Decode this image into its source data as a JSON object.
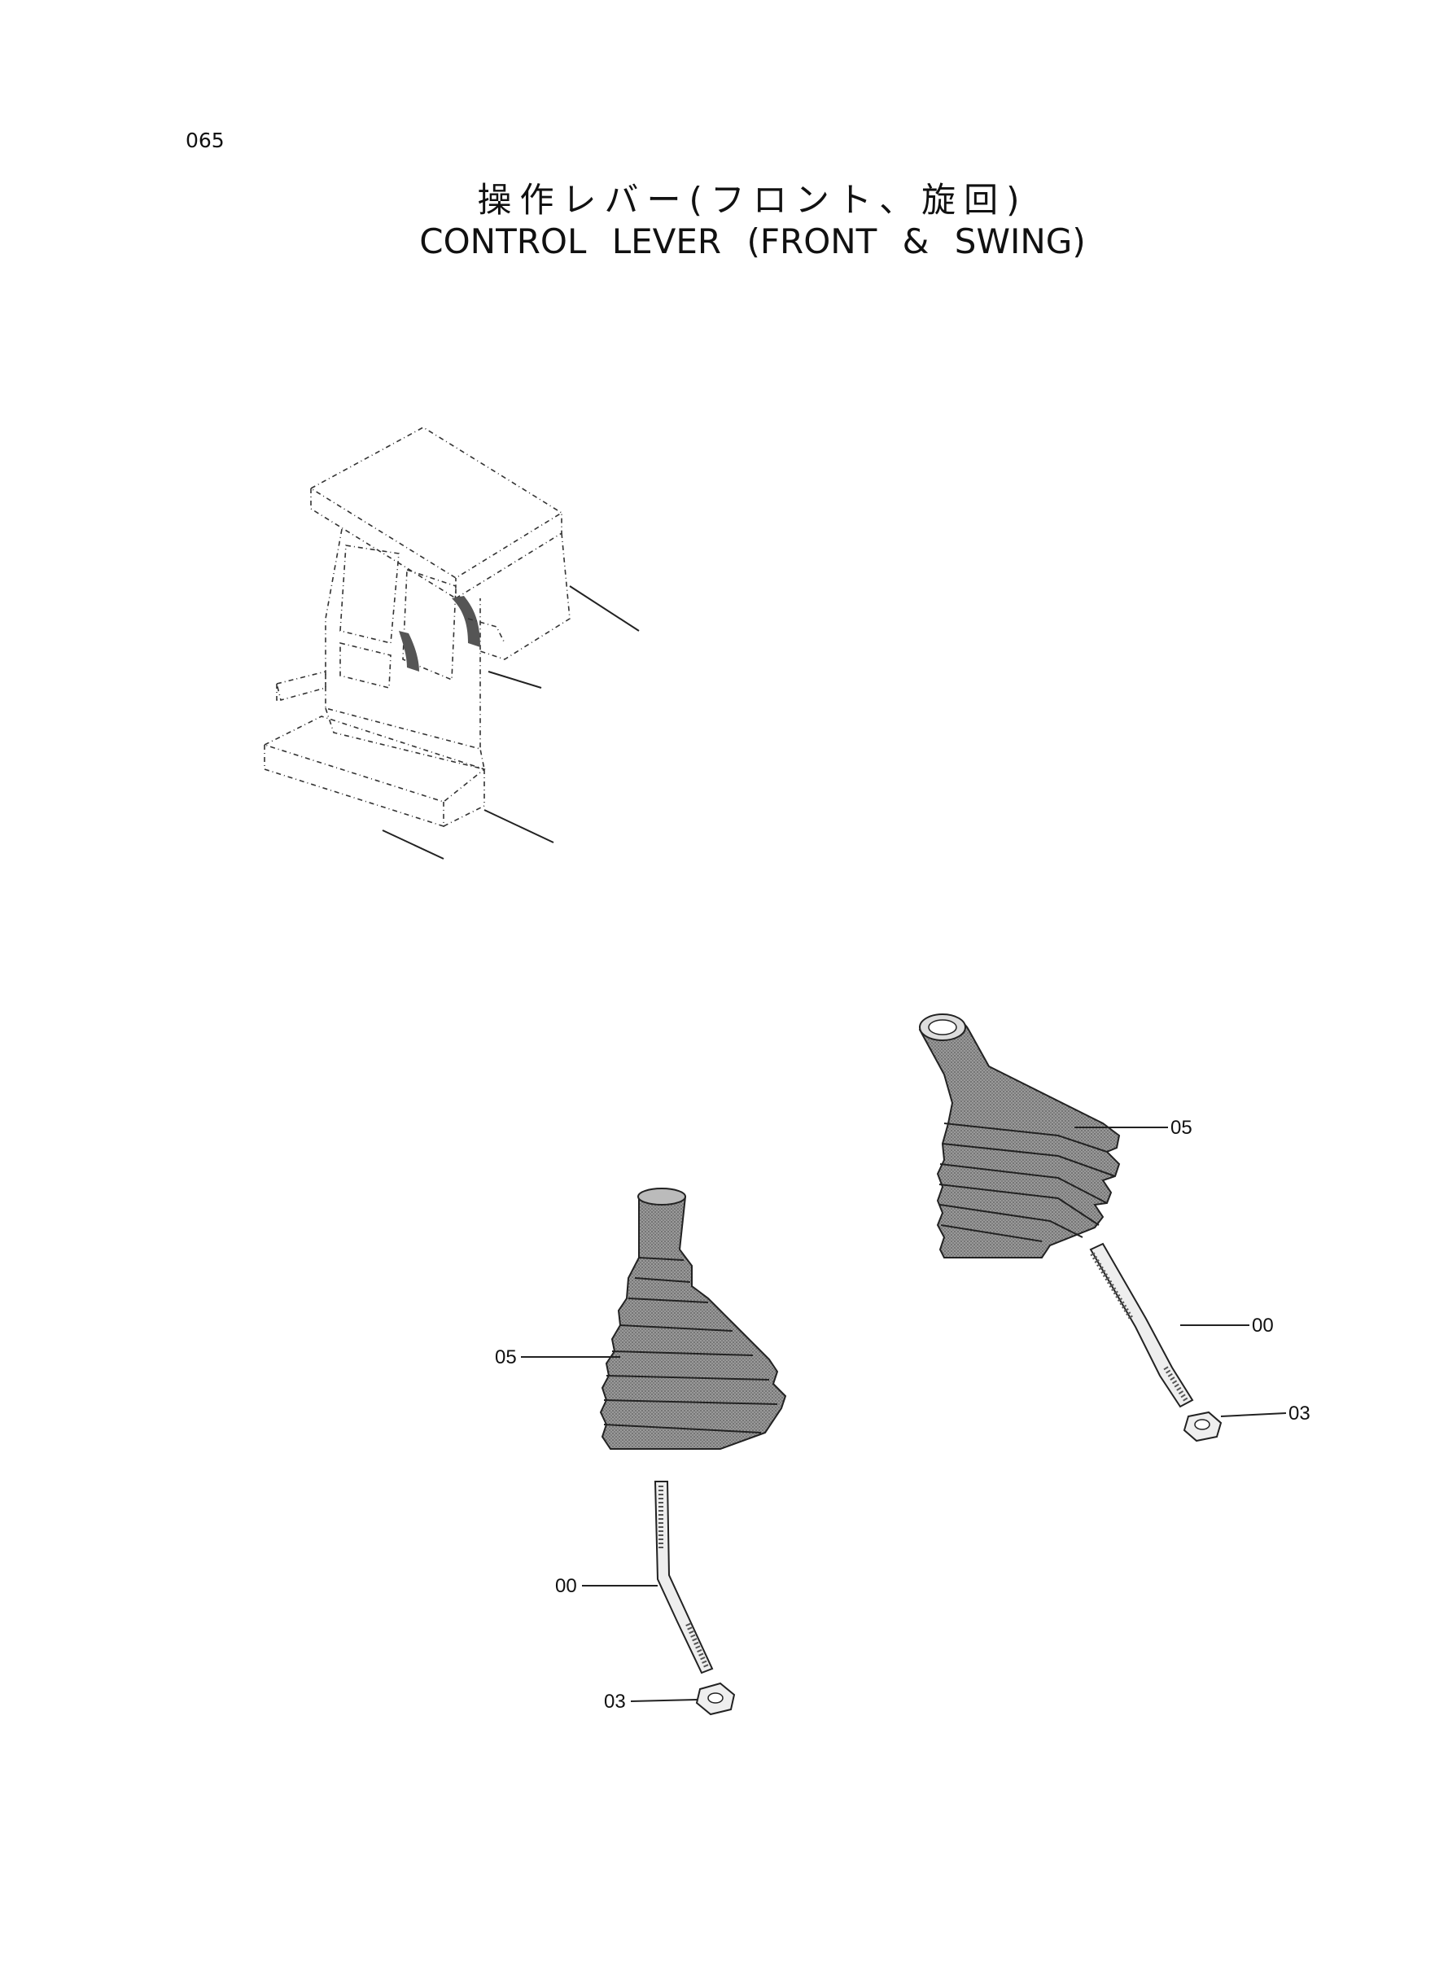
{
  "page": {
    "number": "065"
  },
  "title": {
    "japanese": "操作レバー(フロント、旋回)",
    "english": "CONTROL LEVER (FRONT & SWING)"
  },
  "callouts": {
    "right_boot": "05",
    "right_lever": "00",
    "right_nut": "03",
    "left_boot": "05",
    "left_lever": "00",
    "left_nut": "03"
  },
  "colors": {
    "line": "#222222",
    "boot_fill": "#8f8f8f",
    "boot_dark": "#5e5e5e"
  }
}
